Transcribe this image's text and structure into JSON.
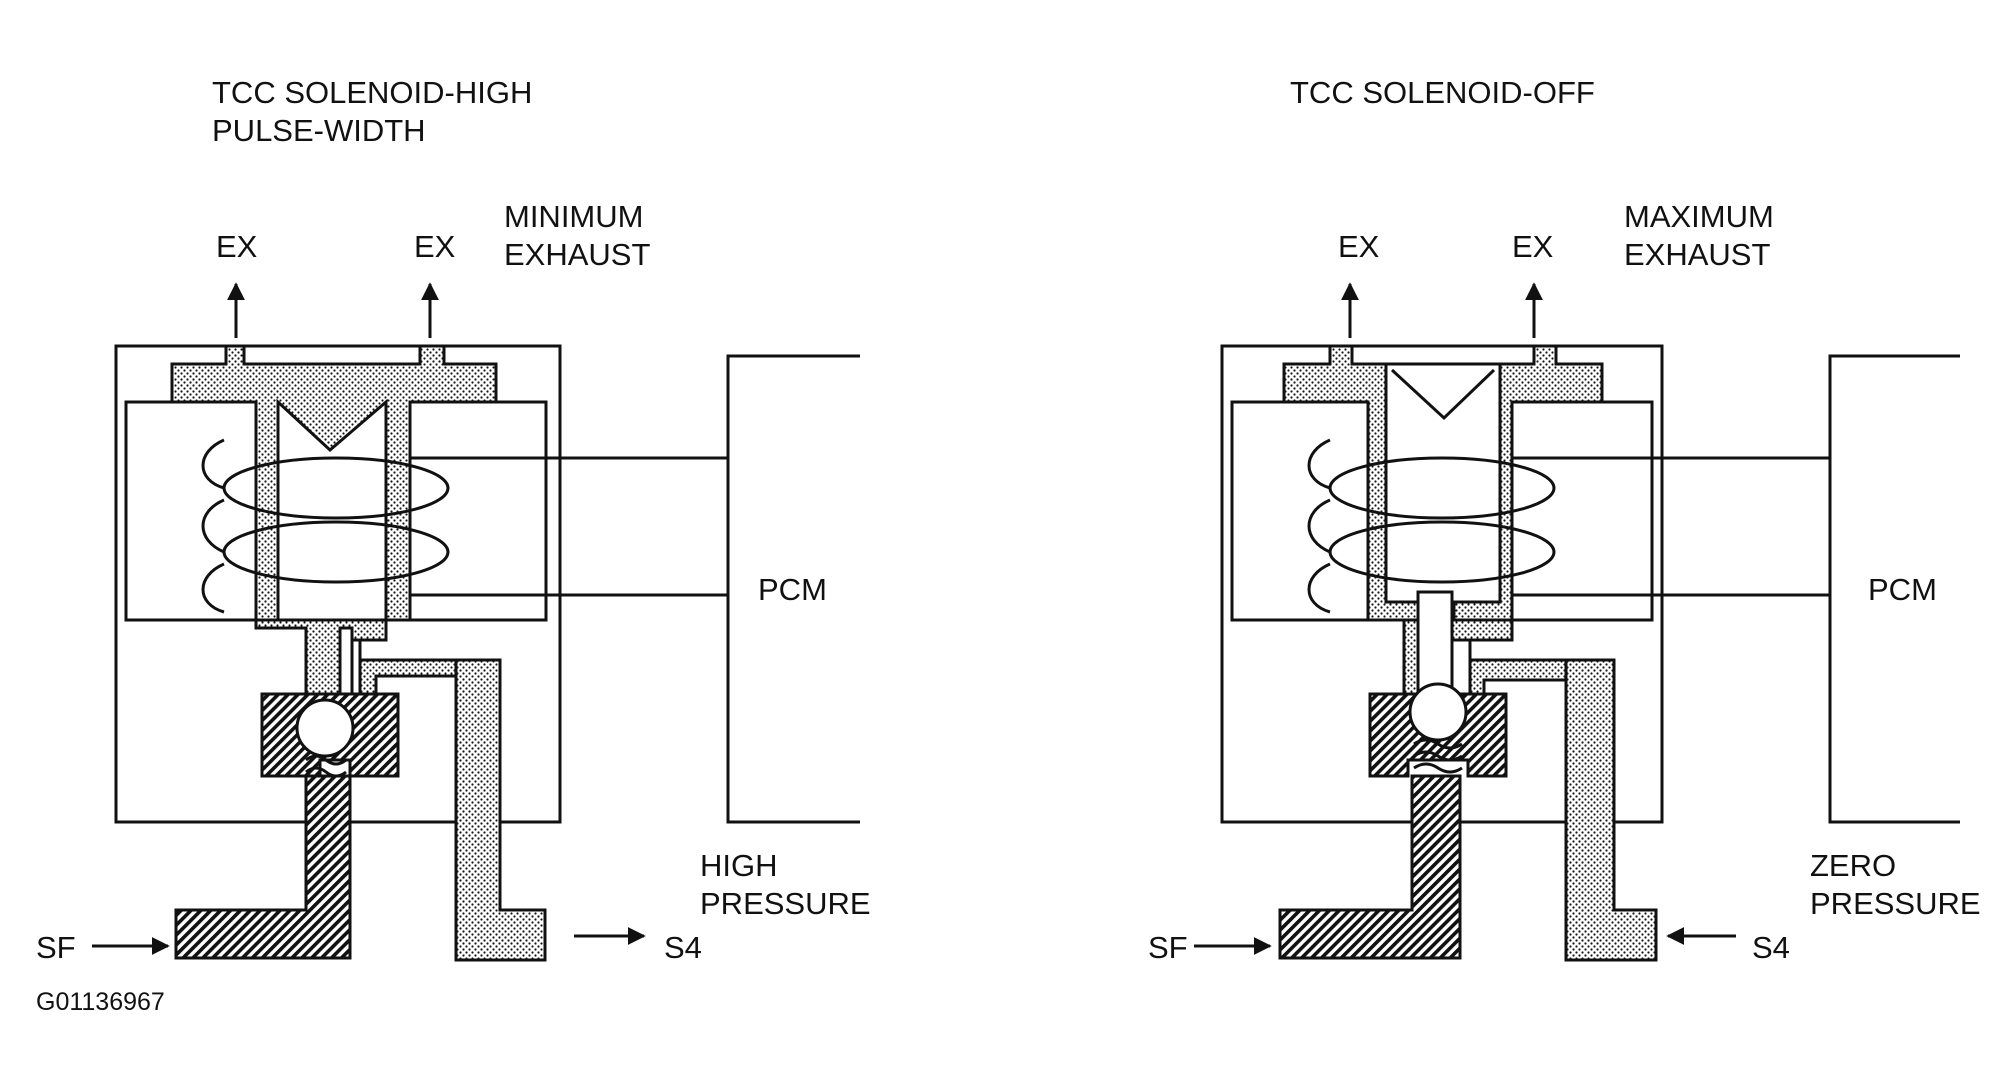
{
  "figure_id": "G01136967",
  "left_panel": {
    "title_line1": "TCC SOLENOID-HIGH",
    "title_line2": "PULSE-WIDTH",
    "exhaust_left": "EX",
    "exhaust_right": "EX",
    "exhaust_state_line1": "MINIMUM",
    "exhaust_state_line2": "EXHAUST",
    "controller": "PCM",
    "pressure_line1": "HIGH",
    "pressure_line2": "PRESSURE",
    "inlet": "SF",
    "outlet": "S4"
  },
  "right_panel": {
    "title_line1": "TCC SOLENOID-OFF",
    "exhaust_left": "EX",
    "exhaust_right": "EX",
    "exhaust_state_line1": "MAXIMUM",
    "exhaust_state_line2": "EXHAUST",
    "controller": "PCM",
    "pressure_line1": "ZERO",
    "pressure_line2": "PRESSURE",
    "inlet": "SF",
    "outlet": "S4"
  },
  "colors": {
    "ink": "#111111",
    "background": "#ffffff"
  }
}
